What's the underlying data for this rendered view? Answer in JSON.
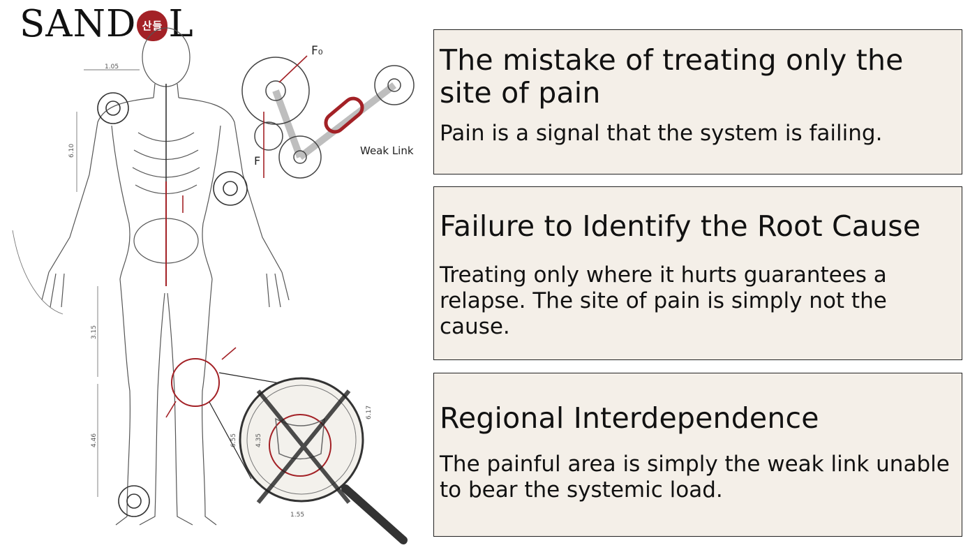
{
  "logo": {
    "text_left": "SAND",
    "badge": "산들",
    "text_right": "L"
  },
  "illustration": {
    "weak_link_label": "Weak Link",
    "force_labels": [
      "F₀",
      "F"
    ],
    "dims": [
      "1.05",
      "6.10",
      "3.15",
      "4.46",
      "1.55",
      "4.35",
      "6.17",
      "6.55"
    ],
    "accent_color": "#a32126"
  },
  "cards": [
    {
      "title": "The mistake of treating only the site of pain",
      "body": "Pain is a signal that the system is failing."
    },
    {
      "title": "Failure to Identify the Root Cause",
      "body": "Treating only where it hurts guarantees a relapse. The site of pain is simply not the cause."
    },
    {
      "title": "Regional Interdependence",
      "body": "The painful area is simply the weak link unable to bear the systemic load."
    }
  ]
}
